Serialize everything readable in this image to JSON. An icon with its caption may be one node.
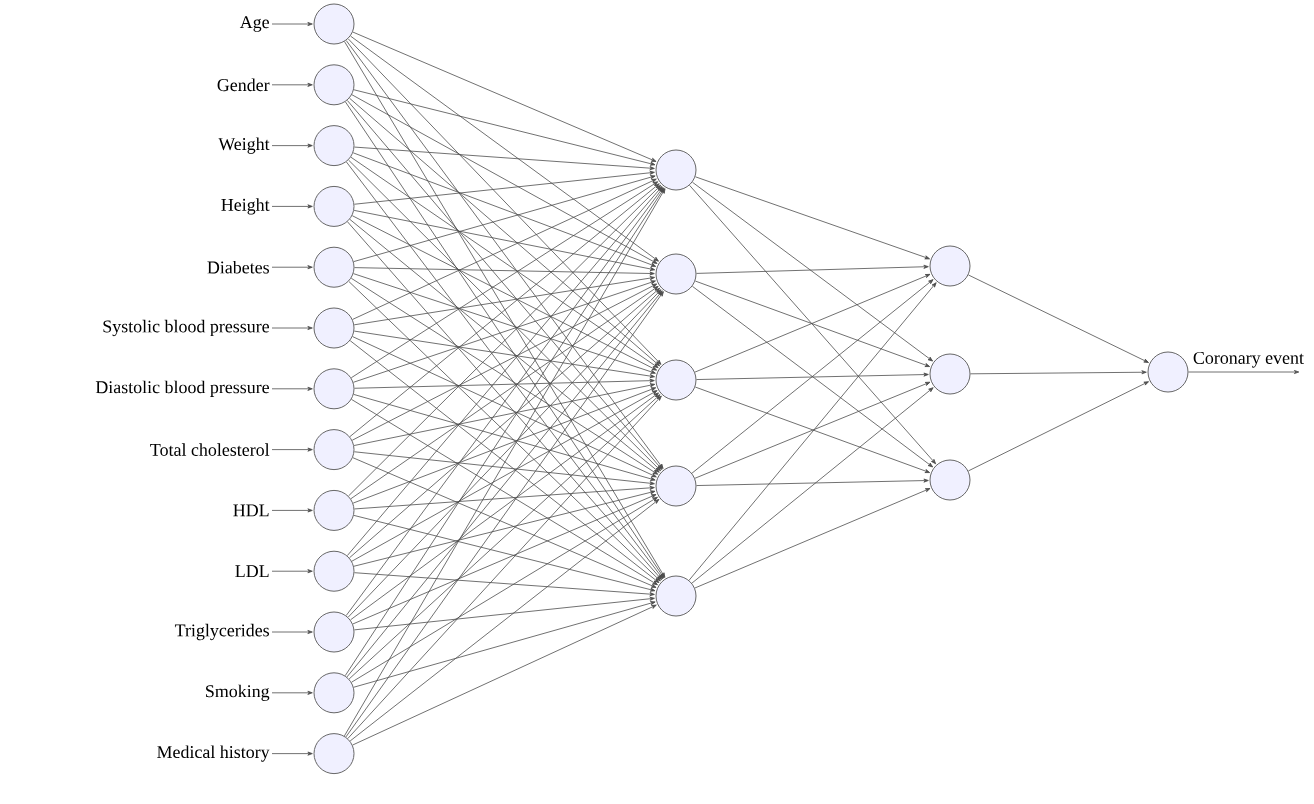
{
  "diagram": {
    "nodes": [
      {
        "text": [
          "Age"
        ]
      },
      {
        "text": [
          "Gender"
        ]
      },
      {
        "text": [
          "Weight"
        ]
      },
      {
        "text": [
          "Height"
        ]
      },
      {
        "text": [
          "Diabetes"
        ]
      },
      {
        "text": [
          "Systolic blood pressure"
        ]
      },
      {
        "text": [
          "Diastolic blood pressure"
        ]
      },
      {
        "text": [
          "Total cholesterol"
        ]
      },
      {
        "text": [
          "HDL"
        ]
      },
      {
        "text": [
          "LDL"
        ]
      },
      {
        "text": [
          "Triglycerides"
        ]
      },
      {
        "text": [
          "Smoking"
        ]
      },
      {
        "text": [
          "Medical history"
        ]
      },
      {
        "text": [],
        "shape": "circle"
      },
      {
        "text": [],
        "shape": "circle"
      },
      {
        "text": [],
        "shape": "circle"
      },
      {
        "text": [],
        "shape": "circle"
      },
      {
        "text": [],
        "shape": "circle"
      },
      {
        "text": [],
        "shape": "circle"
      },
      {
        "text": [],
        "shape": "circle"
      },
      {
        "text": [],
        "shape": "circle"
      },
      {
        "text": [],
        "shape": "circle"
      },
      {
        "text": [],
        "shape": "circle"
      },
      {
        "text": [],
        "shape": "circle"
      },
      {
        "text": [],
        "shape": "circle"
      },
      {
        "text": [],
        "shape": "circle"
      },
      {
        "text": [],
        "shape": "circle"
      },
      {
        "text": [],
        "shape": "circle"
      },
      {
        "text": [],
        "shape": "circle"
      },
      {
        "text": [],
        "shape": "circle"
      },
      {
        "text": [],
        "shape": "circle"
      },
      {
        "text": [],
        "shape": "circle"
      },
      {
        "text": [],
        "shape": "circle"
      },
      {
        "text": [],
        "shape": "circle"
      },
      {
        "text": [],
        "shape": "circle"
      }
    ],
    "edges": [
      {
        "from": 0,
        "to": 13,
        "arrow": "to"
      },
      {
        "from": 1,
        "to": 14,
        "arrow": "to"
      },
      {
        "from": 2,
        "to": 15,
        "arrow": "to"
      },
      {
        "from": 3,
        "to": 16,
        "arrow": "to"
      },
      {
        "from": 4,
        "to": 17,
        "arrow": "to"
      },
      {
        "from": 5,
        "to": 18,
        "arrow": "to"
      },
      {
        "from": 6,
        "to": 19,
        "arrow": "to"
      },
      {
        "from": 7,
        "to": 20,
        "arrow": "to"
      },
      {
        "from": 8,
        "to": 21,
        "arrow": "to"
      },
      {
        "from": 9,
        "to": 22,
        "arrow": "to"
      },
      {
        "from": 10,
        "to": 23,
        "arrow": "to"
      },
      {
        "from": 11,
        "to": 24,
        "arrow": "to"
      },
      {
        "from": 12,
        "to": 25,
        "arrow": "to"
      },
      {
        "from": 13,
        "to": 26,
        "arrow": "to"
      },
      {
        "from": 13,
        "to": 27,
        "arrow": "to"
      },
      {
        "from": 13,
        "to": 28,
        "arrow": "to"
      },
      {
        "from": 13,
        "to": 29,
        "arrow": "to"
      },
      {
        "from": 13,
        "to": 30,
        "arrow": "to"
      },
      {
        "from": 14,
        "to": 26,
        "arrow": "to"
      },
      {
        "from": 14,
        "to": 27,
        "arrow": "to"
      },
      {
        "from": 14,
        "to": 28,
        "arrow": "to"
      },
      {
        "from": 14,
        "to": 29,
        "arrow": "to"
      },
      {
        "from": 14,
        "to": 30,
        "arrow": "to"
      },
      {
        "from": 15,
        "to": 26,
        "arrow": "to"
      },
      {
        "from": 15,
        "to": 27,
        "arrow": "to"
      },
      {
        "from": 15,
        "to": 28,
        "arrow": "to"
      },
      {
        "from": 15,
        "to": 29,
        "arrow": "to"
      },
      {
        "from": 15,
        "to": 30,
        "arrow": "to"
      },
      {
        "from": 16,
        "to": 26,
        "arrow": "to"
      },
      {
        "from": 16,
        "to": 27,
        "arrow": "to"
      },
      {
        "from": 16,
        "to": 28,
        "arrow": "to"
      },
      {
        "from": 16,
        "to": 29,
        "arrow": "to"
      },
      {
        "from": 16,
        "to": 30,
        "arrow": "to"
      },
      {
        "from": 17,
        "to": 26,
        "arrow": "to"
      },
      {
        "from": 17,
        "to": 27,
        "arrow": "to"
      },
      {
        "from": 17,
        "to": 28,
        "arrow": "to"
      },
      {
        "from": 17,
        "to": 29,
        "arrow": "to"
      },
      {
        "from": 17,
        "to": 30,
        "arrow": "to"
      },
      {
        "from": 18,
        "to": 26,
        "arrow": "to"
      },
      {
        "from": 18,
        "to": 27,
        "arrow": "to"
      },
      {
        "from": 18,
        "to": 28,
        "arrow": "to"
      },
      {
        "from": 18,
        "to": 29,
        "arrow": "to"
      },
      {
        "from": 18,
        "to": 30,
        "arrow": "to"
      },
      {
        "from": 19,
        "to": 26,
        "arrow": "to"
      },
      {
        "from": 19,
        "to": 27,
        "arrow": "to"
      },
      {
        "from": 19,
        "to": 28,
        "arrow": "to"
      },
      {
        "from": 19,
        "to": 29,
        "arrow": "to"
      },
      {
        "from": 19,
        "to": 30,
        "arrow": "to"
      },
      {
        "from": 20,
        "to": 26,
        "arrow": "to"
      },
      {
        "from": 20,
        "to": 27,
        "arrow": "to"
      },
      {
        "from": 20,
        "to": 28,
        "arrow": "to"
      },
      {
        "from": 20,
        "to": 29,
        "arrow": "to"
      },
      {
        "from": 20,
        "to": 30,
        "arrow": "to"
      },
      {
        "from": 21,
        "to": 26,
        "arrow": "to"
      },
      {
        "from": 21,
        "to": 27,
        "arrow": "to"
      },
      {
        "from": 21,
        "to": 28,
        "arrow": "to"
      },
      {
        "from": 21,
        "to": 29,
        "arrow": "to"
      },
      {
        "from": 21,
        "to": 30,
        "arrow": "to"
      },
      {
        "from": 22,
        "to": 26,
        "arrow": "to"
      },
      {
        "from": 22,
        "to": 27,
        "arrow": "to"
      },
      {
        "from": 22,
        "to": 28,
        "arrow": "to"
      },
      {
        "from": 22,
        "to": 29,
        "arrow": "to"
      },
      {
        "from": 22,
        "to": 30,
        "arrow": "to"
      },
      {
        "from": 23,
        "to": 26,
        "arrow": "to"
      },
      {
        "from": 23,
        "to": 27,
        "arrow": "to"
      },
      {
        "from": 23,
        "to": 28,
        "arrow": "to"
      },
      {
        "from": 23,
        "to": 29,
        "arrow": "to"
      },
      {
        "from": 23,
        "to": 30,
        "arrow": "to"
      },
      {
        "from": 24,
        "to": 26,
        "arrow": "to"
      },
      {
        "from": 24,
        "to": 27,
        "arrow": "to"
      },
      {
        "from": 24,
        "to": 28,
        "arrow": "to"
      },
      {
        "from": 24,
        "to": 29,
        "arrow": "to"
      },
      {
        "from": 24,
        "to": 30,
        "arrow": "to"
      },
      {
        "from": 25,
        "to": 26,
        "arrow": "to"
      },
      {
        "from": 25,
        "to": 27,
        "arrow": "to"
      },
      {
        "from": 25,
        "to": 28,
        "arrow": "to"
      },
      {
        "from": 25,
        "to": 29,
        "arrow": "to"
      },
      {
        "from": 25,
        "to": 30,
        "arrow": "to"
      },
      {
        "from": 26,
        "to": 31,
        "arrow": "to"
      },
      {
        "from": 26,
        "to": 32,
        "arrow": "to"
      },
      {
        "from": 26,
        "to": 33,
        "arrow": "to"
      },
      {
        "from": 27,
        "to": 31,
        "arrow": "to"
      },
      {
        "from": 27,
        "to": 32,
        "arrow": "to"
      },
      {
        "from": 27,
        "to": 33,
        "arrow": "to"
      },
      {
        "from": 28,
        "to": 31,
        "arrow": "to"
      },
      {
        "from": 28,
        "to": 32,
        "arrow": "to"
      },
      {
        "from": 28,
        "to": 33,
        "arrow": "to"
      },
      {
        "from": 29,
        "to": 31,
        "arrow": "to"
      },
      {
        "from": 29,
        "to": 32,
        "arrow": "to"
      },
      {
        "from": 29,
        "to": 33,
        "arrow": "to"
      },
      {
        "from": 30,
        "to": 31,
        "arrow": "to"
      },
      {
        "from": 30,
        "to": 32,
        "arrow": "to"
      },
      {
        "from": 30,
        "to": 33,
        "arrow": "to"
      },
      {
        "from": 31,
        "to": 34,
        "arrow": "to"
      },
      {
        "from": 32,
        "to": 34,
        "arrow": "to"
      },
      {
        "from": 33,
        "to": 34,
        "arrow": "to"
      },
      {
        "from": 34,
        "to": null,
        "arrow": "to",
        "label": "Coronary event"
      }
    ]
  }
}
